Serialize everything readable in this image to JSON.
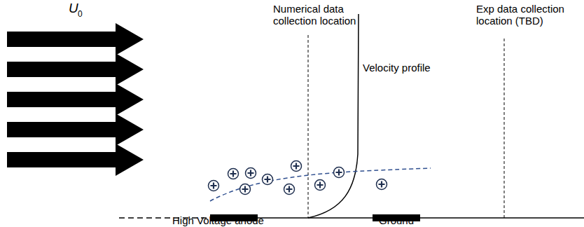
{
  "diagram": {
    "labels": [
      "U",
      "0",
      "Numerical data collection location",
      "Velocity profile",
      "Exp data collection location (TBD)",
      "High Voltage anode",
      "Ground"
    ]
  }
}
